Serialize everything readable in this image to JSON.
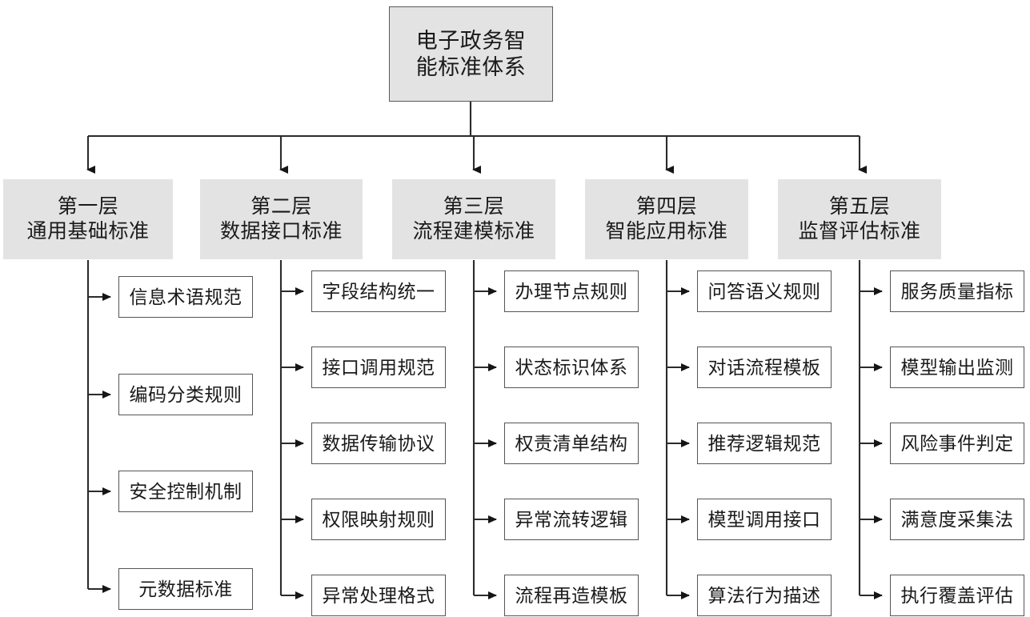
{
  "diagram": {
    "type": "hierarchy-tree",
    "title": "电子政务智能标准体系",
    "colors": {
      "node_fill_gray": "#e3e3e3",
      "node_fill_white": "#ffffff",
      "border": "#555555",
      "connector": "#2b2b2b",
      "text": "#1a1a1a",
      "background": "#ffffff"
    },
    "root": {
      "label_line1": "电子政务智",
      "label_line2": "能标准体系"
    },
    "layers": [
      {
        "id": "layer-1",
        "title_line1": "第一层",
        "title_line2": "通用基础标准",
        "items": [
          {
            "label": "信息术语规范"
          },
          {
            "label": "编码分类规则"
          },
          {
            "label": "安全控制机制"
          },
          {
            "label": "元数据标准"
          }
        ]
      },
      {
        "id": "layer-2",
        "title_line1": "第二层",
        "title_line2": "数据接口标准",
        "items": [
          {
            "label": "字段结构统一"
          },
          {
            "label": "接口调用规范"
          },
          {
            "label": "数据传输协议"
          },
          {
            "label": "权限映射规则"
          },
          {
            "label": "异常处理格式"
          }
        ]
      },
      {
        "id": "layer-3",
        "title_line1": "第三层",
        "title_line2": "流程建模标准",
        "items": [
          {
            "label": "办理节点规则"
          },
          {
            "label": "状态标识体系"
          },
          {
            "label": "权责清单结构"
          },
          {
            "label": "异常流转逻辑"
          },
          {
            "label": "流程再造模板"
          }
        ]
      },
      {
        "id": "layer-4",
        "title_line1": "第四层",
        "title_line2": "智能应用标准",
        "items": [
          {
            "label": "问答语义规则"
          },
          {
            "label": "对话流程模板"
          },
          {
            "label": "推荐逻辑规范"
          },
          {
            "label": "模型调用接口"
          },
          {
            "label": "算法行为描述"
          }
        ]
      },
      {
        "id": "layer-5",
        "title_line1": "第五层",
        "title_line2": "监督评估标准",
        "items": [
          {
            "label": "服务质量指标"
          },
          {
            "label": "模型输出监测"
          },
          {
            "label": "风险事件判定"
          },
          {
            "label": "满意度采集法"
          },
          {
            "label": "执行覆盖评估"
          }
        ]
      }
    ]
  }
}
